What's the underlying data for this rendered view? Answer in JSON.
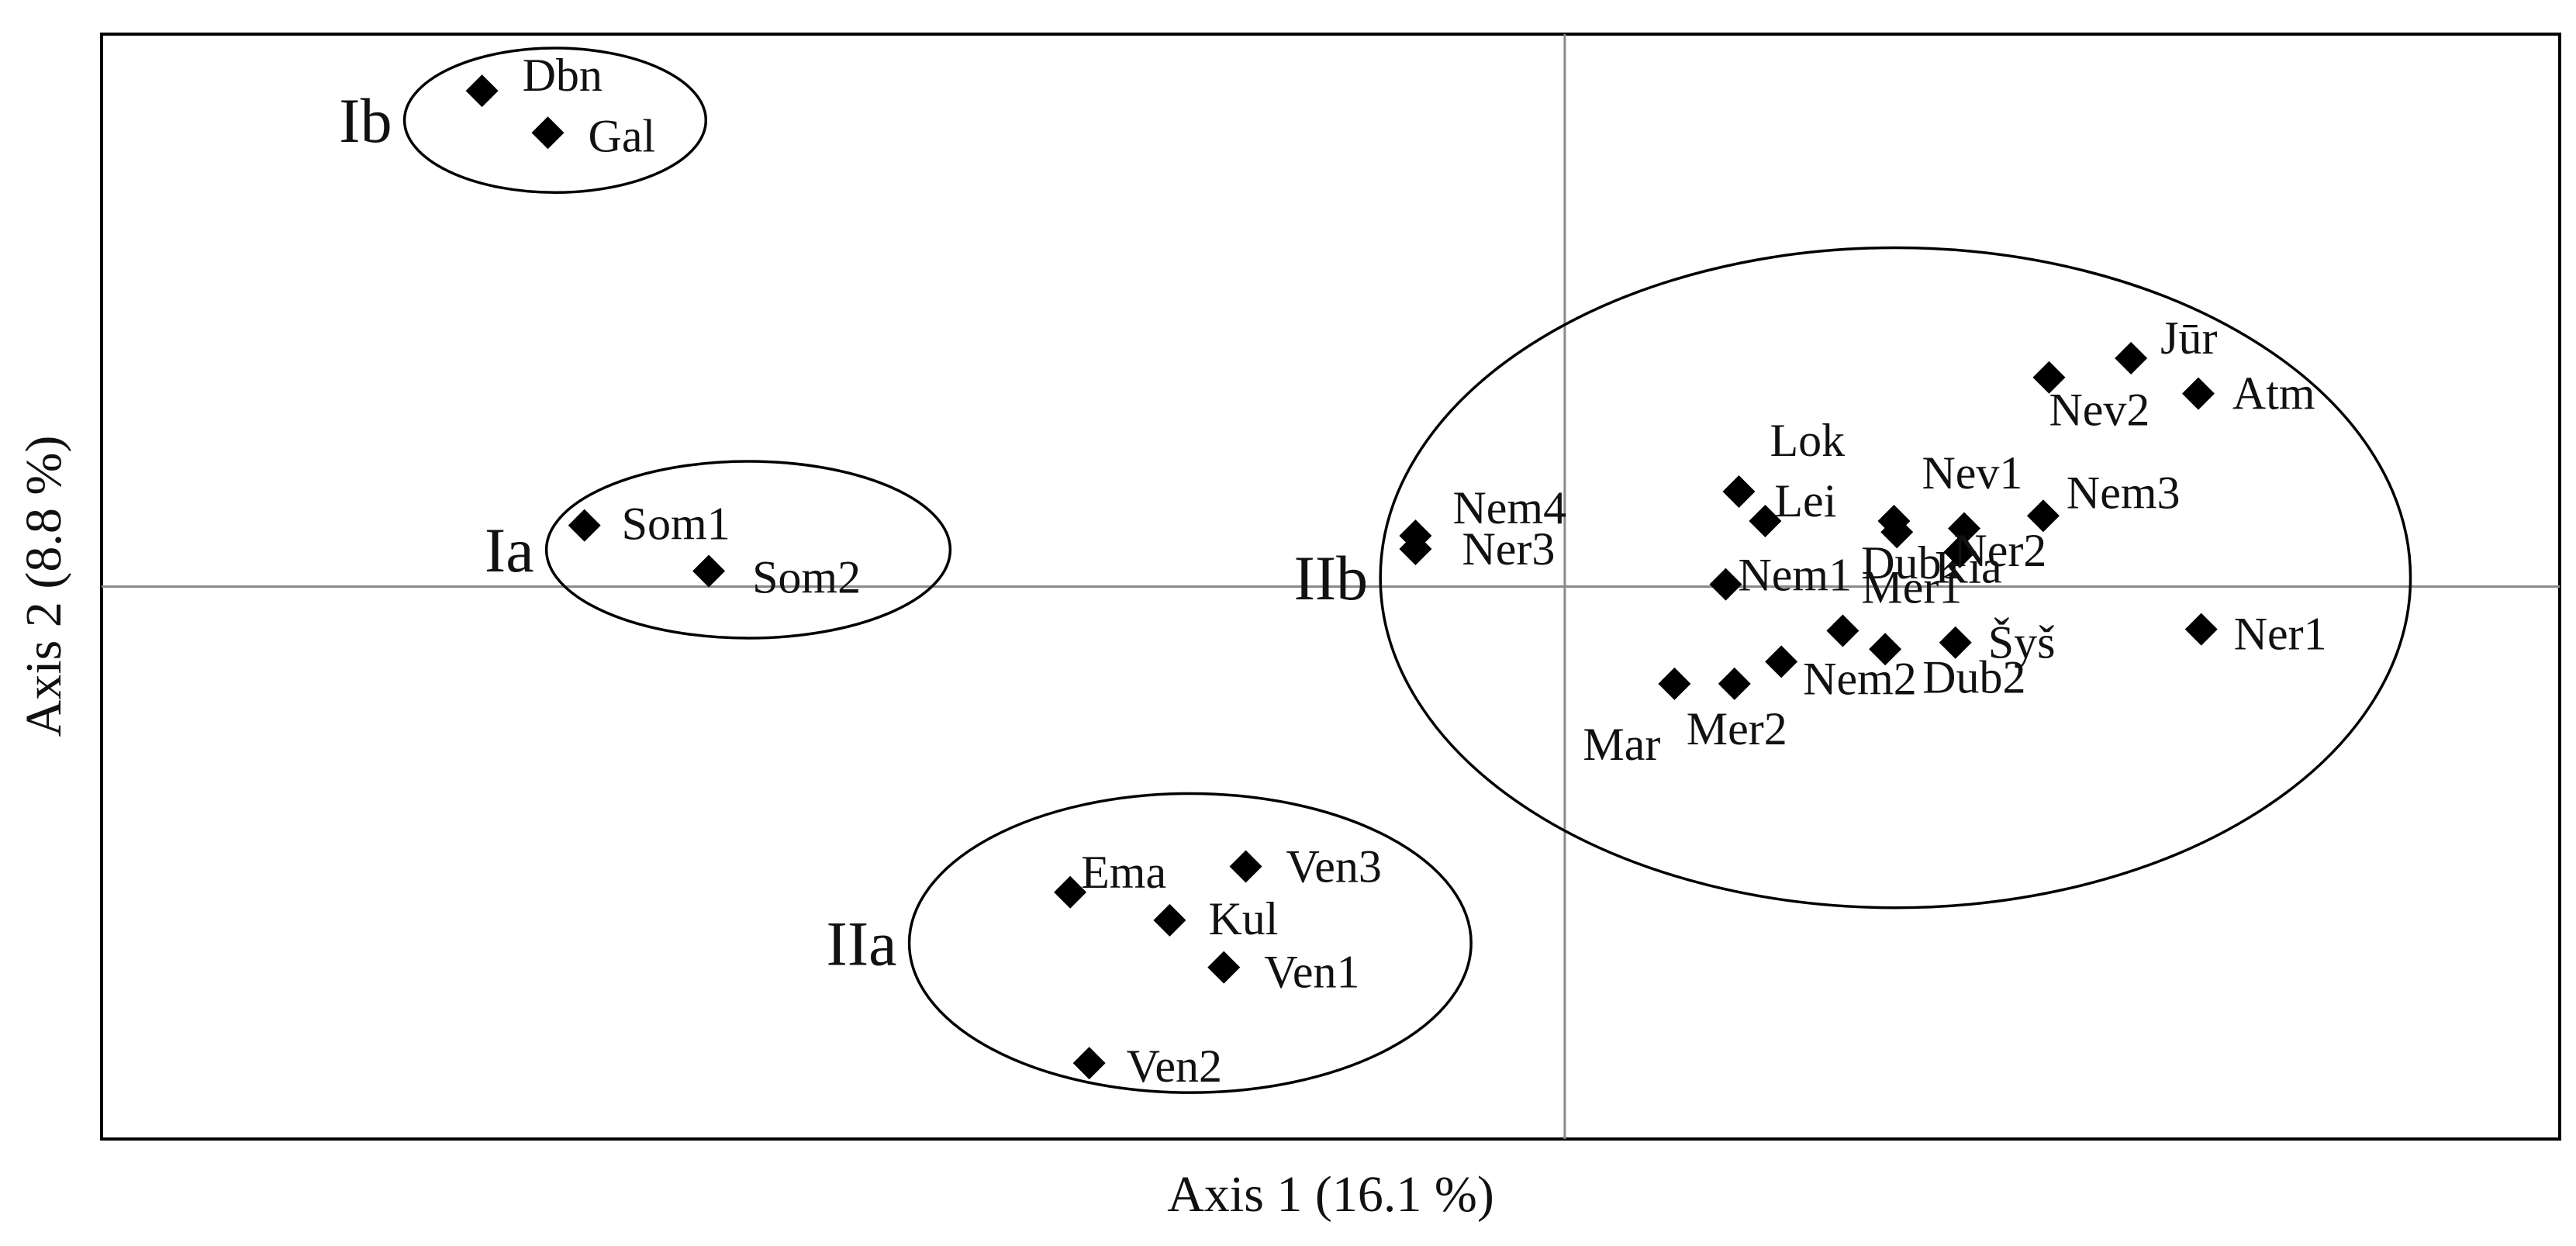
{
  "chart_data": {
    "type": "scatter",
    "xlabel": "Axis 1 (16.1 %)",
    "ylabel": "Axis 2 (8.8 %)",
    "xlim": [
      -1.0,
      0.68
    ],
    "ylim": [
      -0.75,
      0.75
    ],
    "grid": false,
    "reference_lines": {
      "x": 0,
      "y": 0
    },
    "marker": "diamond",
    "marker_color": "#000000",
    "points": [
      {
        "label": "Dbn",
        "x": -0.74,
        "y": 0.673
      },
      {
        "label": "Gal",
        "x": -0.695,
        "y": 0.616
      },
      {
        "label": "Som1",
        "x": -0.67,
        "y": 0.083
      },
      {
        "label": "Som2",
        "x": -0.585,
        "y": 0.021
      },
      {
        "label": "Nem4",
        "x": -0.102,
        "y": 0.069
      },
      {
        "label": "Ner3",
        "x": -0.102,
        "y": 0.051
      },
      {
        "label": "Lok",
        "x": 0.119,
        "y": 0.129
      },
      {
        "label": "Lei",
        "x": 0.137,
        "y": 0.089
      },
      {
        "label": "Nem1",
        "x": 0.11,
        "y": 0.003
      },
      {
        "label": "Nev1",
        "x": 0.225,
        "y": 0.089
      },
      {
        "label": "Dub1",
        "x": 0.227,
        "y": 0.074
      },
      {
        "label": "Kia",
        "x": 0.273,
        "y": 0.079
      },
      {
        "label": "Nev2",
        "x": 0.331,
        "y": 0.284
      },
      {
        "label": "Jūr",
        "x": 0.387,
        "y": 0.31
      },
      {
        "label": "Atm",
        "x": 0.433,
        "y": 0.262
      },
      {
        "label": "Nem3",
        "x": 0.327,
        "y": 0.096
      },
      {
        "label": "Ner2",
        "x": 0.27,
        "y": 0.047
      },
      {
        "label": "Mer1",
        "x": 0.19,
        "y": -0.06
      },
      {
        "label": "Šyš",
        "x": 0.267,
        "y": -0.076
      },
      {
        "label": "Ner1",
        "x": 0.435,
        "y": -0.058
      },
      {
        "label": "Dub2",
        "x": 0.219,
        "y": -0.085
      },
      {
        "label": "Nem2",
        "x": 0.148,
        "y": -0.102
      },
      {
        "label": "Mer2",
        "x": 0.116,
        "y": -0.132
      },
      {
        "label": "Mar",
        "x": 0.075,
        "y": -0.132
      },
      {
        "label": "Ema",
        "x": -0.338,
        "y": -0.415
      },
      {
        "label": "Ven3",
        "x": -0.218,
        "y": -0.38
      },
      {
        "label": "Kul",
        "x": -0.27,
        "y": -0.453
      },
      {
        "label": "Ven1",
        "x": -0.233,
        "y": -0.517
      },
      {
        "label": "Ven2",
        "x": -0.325,
        "y": -0.647
      }
    ],
    "groups": [
      {
        "label": "Ib",
        "cx": -0.69,
        "cy": 0.633,
        "rx": 0.103,
        "ry": 0.098
      },
      {
        "label": "Ia",
        "cx": -0.558,
        "cy": 0.05,
        "rx": 0.138,
        "ry": 0.12
      },
      {
        "label": "IIb",
        "cx": 0.226,
        "cy": 0.012,
        "rx": 0.352,
        "ry": 0.448
      },
      {
        "label": "IIa",
        "cx": -0.256,
        "cy": -0.484,
        "rx": 0.192,
        "ry": 0.203
      }
    ]
  }
}
